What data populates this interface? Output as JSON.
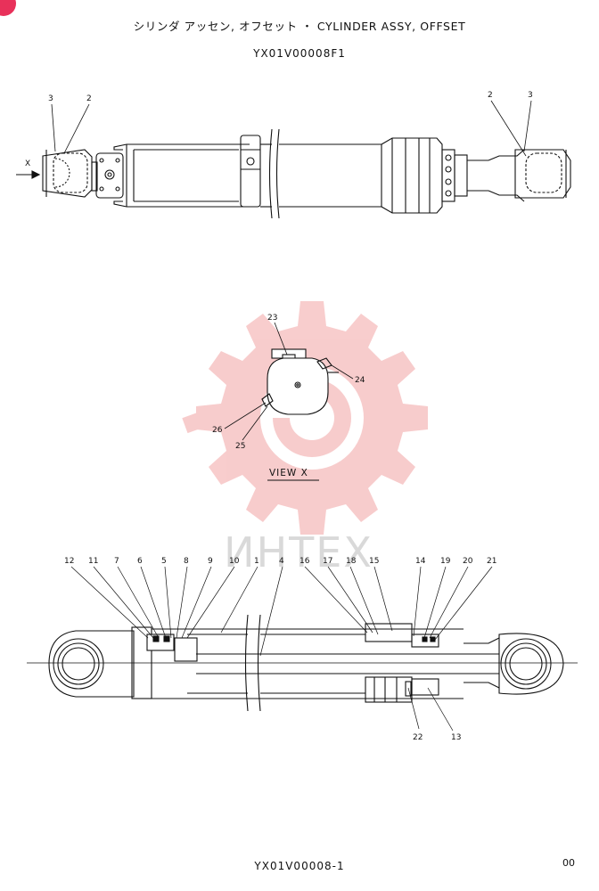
{
  "header": {
    "title": "シリンダ アッセン, オフセット ・ CYLINDER ASSY, OFFSET",
    "drawing_code": "YX01V00008F1"
  },
  "footer": {
    "sheet_code": "YX01V00008-1",
    "page_number": "00"
  },
  "watermark": {
    "text": "ИНТЕХ",
    "logo": "gear-logo",
    "color": "#f2a4a4"
  },
  "top_view": {
    "arrow_label": "X",
    "callouts": [
      "3",
      "2",
      "2",
      "3"
    ]
  },
  "view_x": {
    "caption": "VIEW X",
    "callouts": [
      "23",
      "24",
      "26",
      "25"
    ]
  },
  "section_view": {
    "callouts_top": [
      "12",
      "11",
      "7",
      "6",
      "5",
      "8",
      "9",
      "10",
      "1",
      "4",
      "16",
      "17",
      "18",
      "15",
      "14",
      "19",
      "20",
      "21"
    ],
    "callouts_bottom": [
      "22",
      "13"
    ]
  },
  "colors": {
    "accent_badge": "#e8315a",
    "line": "#111111",
    "watermark": "#f2a4a4"
  }
}
